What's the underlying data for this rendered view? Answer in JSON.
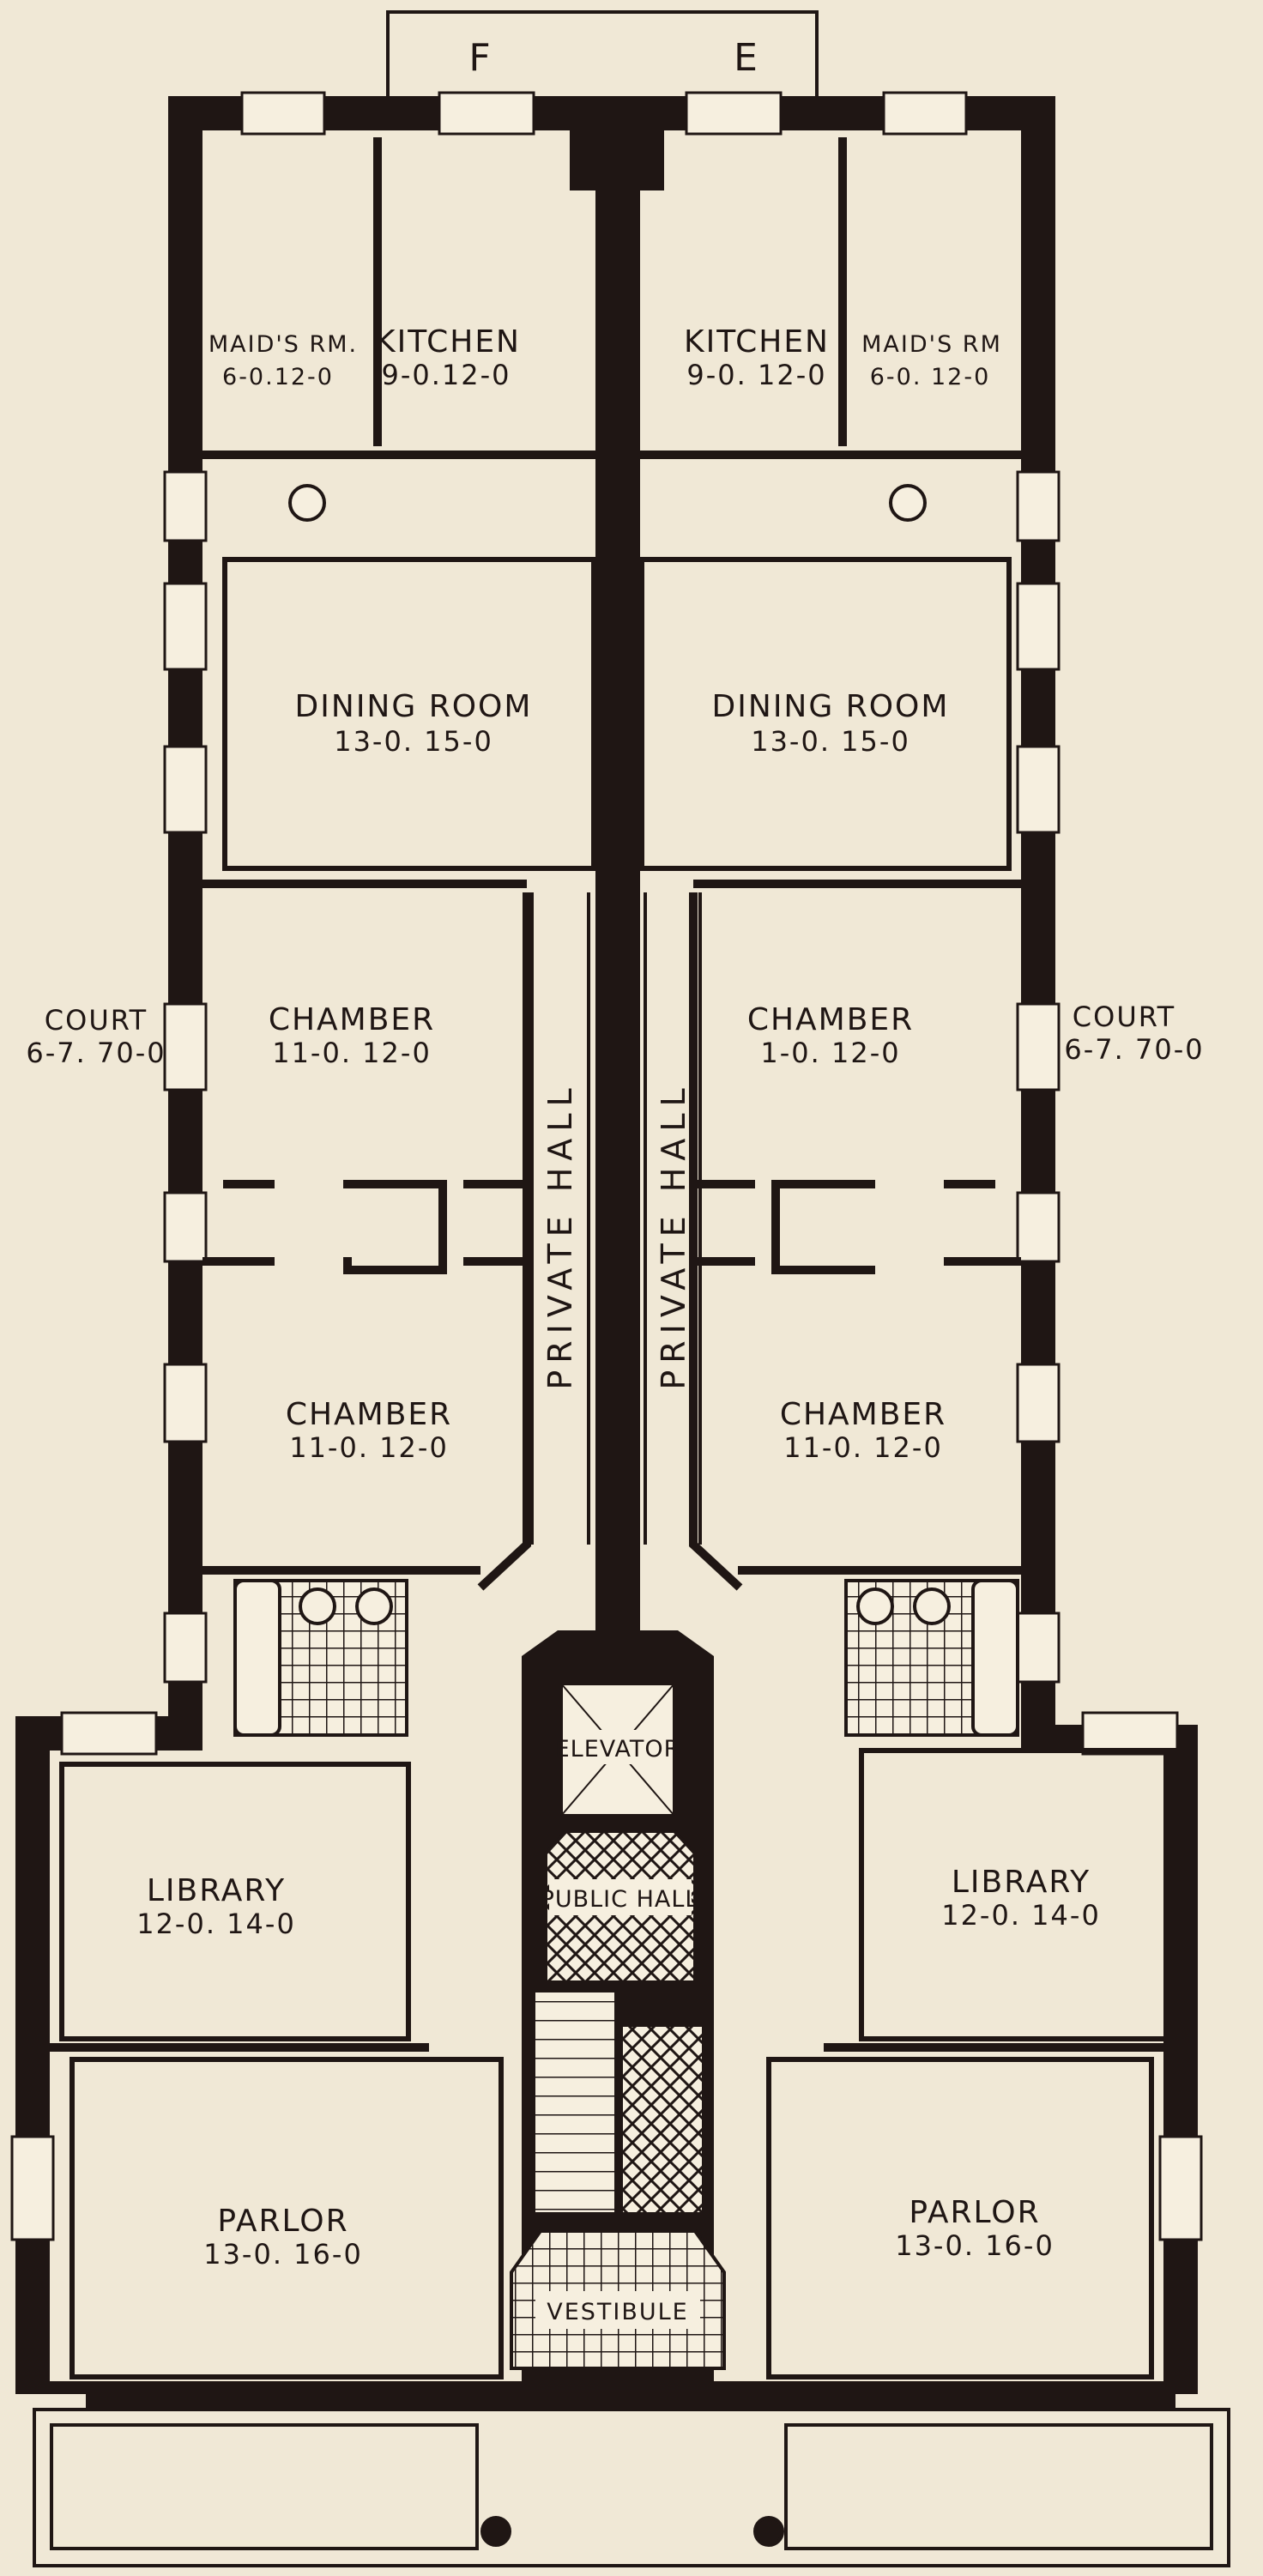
{
  "colors": {
    "paper": "#f0e8d6",
    "wall": "#1f1614",
    "floor": "#f6efdf"
  },
  "marks": {
    "left": "F",
    "right": "E"
  },
  "left_unit": {
    "maids_room": {
      "name": "MAID'S RM.",
      "dims": "6-0.12-0"
    },
    "kitchen": {
      "name": "KITCHEN",
      "dims": "9-0.12-0"
    },
    "dining_room": {
      "name": "DINING ROOM",
      "dims": "13-0. 15-0"
    },
    "court": {
      "name": "COURT",
      "dims": "6-7. 70-0"
    },
    "chamber_1": {
      "name": "CHAMBER",
      "dims": "11-0. 12-0"
    },
    "chamber_2": {
      "name": "CHAMBER",
      "dims": "11-0. 12-0"
    },
    "private_hall": "PRIVATE HALL",
    "library": {
      "name": "LIBRARY",
      "dims": "12-0. 14-0"
    },
    "parlor": {
      "name": "PARLOR",
      "dims": "13-0. 16-0"
    }
  },
  "right_unit": {
    "kitchen": {
      "name": "KITCHEN",
      "dims": "9-0. 12-0"
    },
    "maids_room": {
      "name": "MAID'S RM",
      "dims": "6-0. 12-0"
    },
    "dining_room": {
      "name": "DINING ROOM",
      "dims": "13-0. 15-0"
    },
    "court": {
      "name": "COURT",
      "dims": "6-7. 70-0"
    },
    "chamber_1": {
      "name": "CHAMBER",
      "dims": "1-0. 12-0"
    },
    "chamber_2": {
      "name": "CHAMBER",
      "dims": "11-0. 12-0"
    },
    "private_hall": "PRIVATE HALL",
    "library": {
      "name": "LIBRARY",
      "dims": "12-0. 14-0"
    },
    "parlor": {
      "name": "PARLOR",
      "dims": "13-0. 16-0"
    }
  },
  "center": {
    "elevator": "ELEVATOR",
    "public_hall": "PUBLIC HALL",
    "vestibule": "VESTIBULE"
  }
}
